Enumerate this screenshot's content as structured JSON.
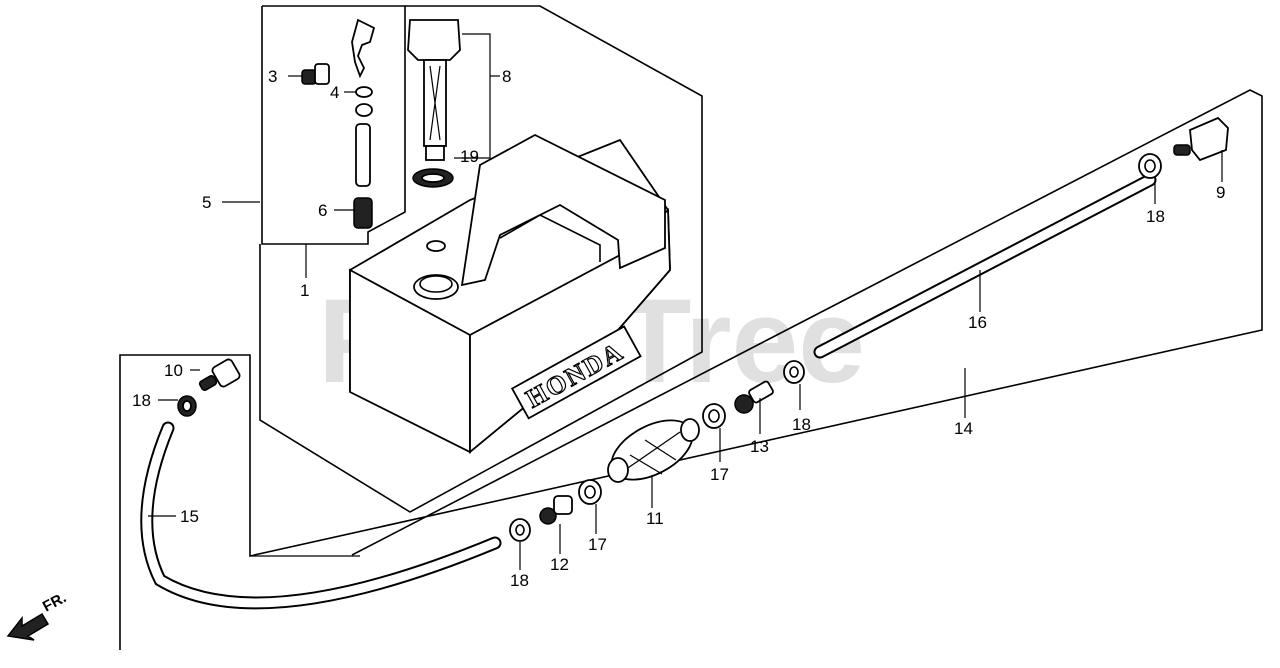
{
  "watermark": "PartsTree",
  "brand_label": "HONDA",
  "direction_label": "FR.",
  "callouts": [
    "1",
    "3",
    "4",
    "5",
    "6",
    "8",
    "19",
    "9",
    "18",
    "16",
    "14",
    "10",
    "18",
    "15",
    "17",
    "13",
    "18",
    "11",
    "17",
    "12",
    "18"
  ]
}
